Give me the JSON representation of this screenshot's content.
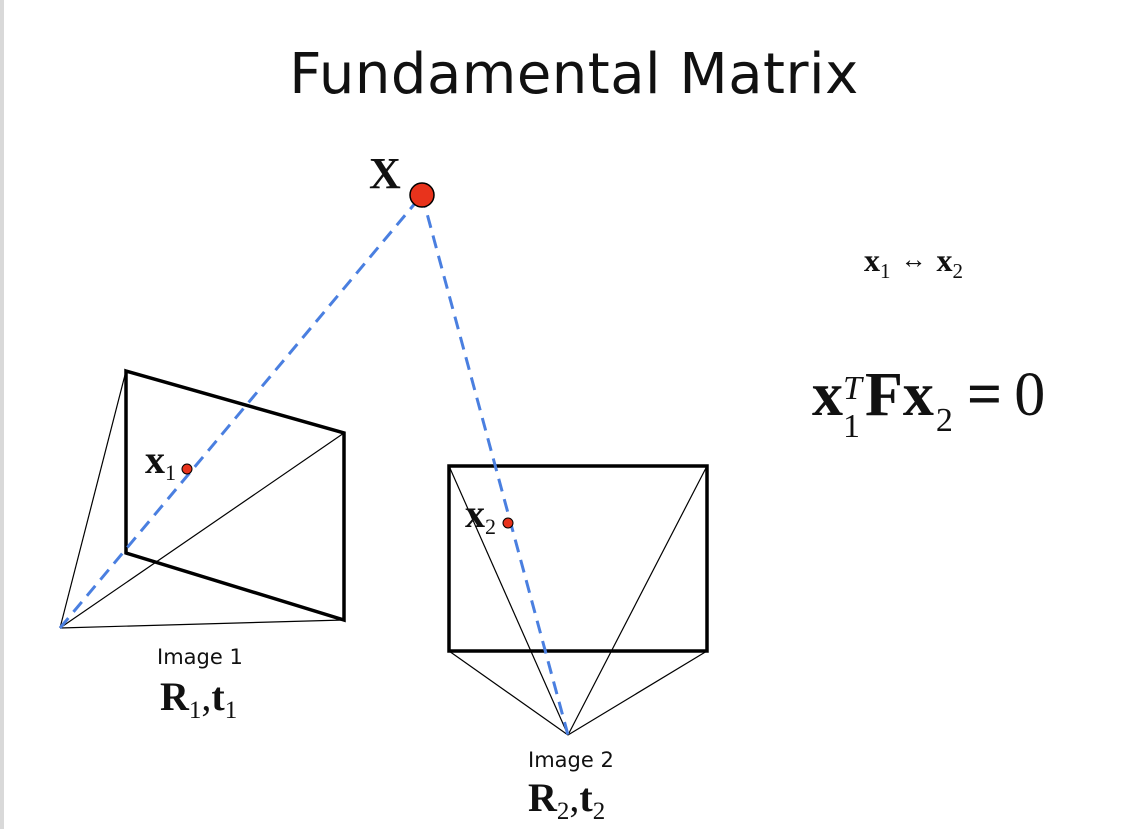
{
  "slide": {
    "title": "Fundamental Matrix"
  },
  "diagram": {
    "world_point_label": "X",
    "point1_label": "x",
    "point1_sub": "1",
    "point2_label": "x",
    "point2_sub": "2",
    "image1_caption": "Image 1",
    "image2_caption": "Image 2",
    "pose1": {
      "R": "R",
      "R_sub": "1",
      "sep": ",",
      "t": "t",
      "t_sub": "1"
    },
    "pose2": {
      "R": "R",
      "R_sub": "2",
      "sep": ",",
      "t": "t",
      "t_sub": "2"
    }
  },
  "equations": {
    "correspondence": {
      "left": "x",
      "left_sub": "1",
      "arrow": "↔",
      "right": "x",
      "right_sub": "2"
    },
    "epipolar": {
      "x": "x",
      "sup": "T",
      "sub1": "1",
      "F": "F",
      "x2": "x",
      "sub2": "2",
      "eq": "=",
      "rhs": "0"
    }
  },
  "colors": {
    "ray": "#4a7fe0",
    "point": "#e8331c",
    "outline": "#000000"
  }
}
